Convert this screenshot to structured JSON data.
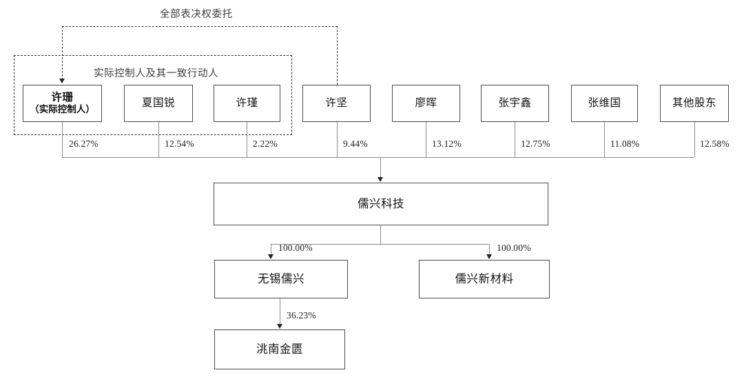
{
  "diagram": {
    "title_caption": "全部表决权委托",
    "group_caption": "实际控制人及其一致行动人",
    "core_company": "儒兴科技",
    "shareholders": [
      {
        "name": "许珊",
        "note": "（实际控制人）",
        "percent": "26.27%"
      },
      {
        "name": "夏国锐",
        "note": "",
        "percent": "12.54%"
      },
      {
        "name": "许瑾",
        "note": "",
        "percent": "2.22%"
      },
      {
        "name": "许坚",
        "note": "",
        "percent": "9.44%"
      },
      {
        "name": "廖晖",
        "note": "",
        "percent": "13.12%"
      },
      {
        "name": "张宇鑫",
        "note": "",
        "percent": "12.75%"
      },
      {
        "name": "张维国",
        "note": "",
        "percent": "11.08%"
      },
      {
        "name": "其他股东",
        "note": "",
        "percent": "12.58%"
      }
    ],
    "subsidiaries": [
      {
        "name": "无锡儒兴",
        "percent": "100.00%"
      },
      {
        "name": "儒兴新材料",
        "percent": "100.00%"
      }
    ],
    "grandchild": {
      "name": "洮南金匮",
      "percent": "36.23%",
      "parent": "无锡儒兴"
    }
  }
}
